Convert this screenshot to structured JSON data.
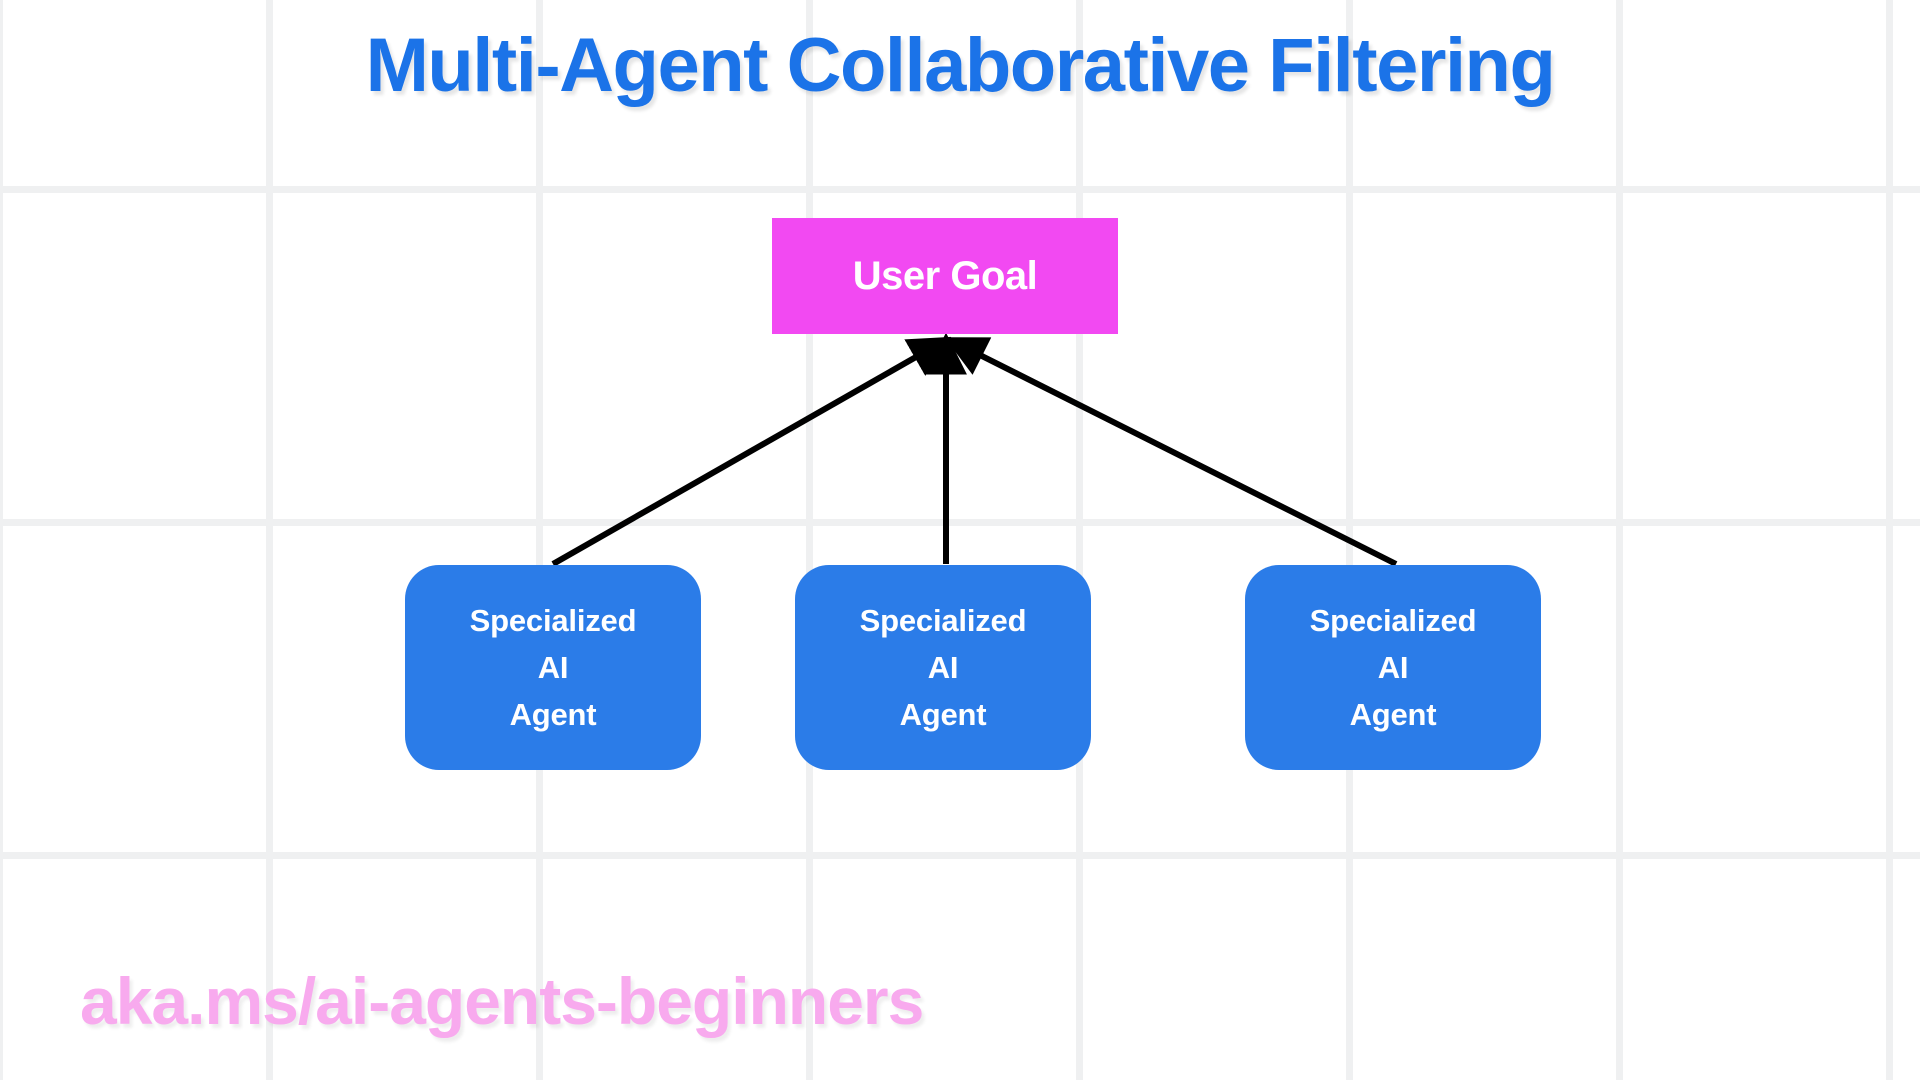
{
  "title": "Multi-Agent Collaborative Filtering",
  "footer": {
    "url": "aka.ms/ai-agents-beginners"
  },
  "colors": {
    "title_blue": "#1b73e8",
    "goal_magenta": "#f249f2",
    "agent_blue": "#2b7ce8",
    "url_pink": "#f8aaee",
    "grid_line": "#eff0f1",
    "edge_black": "#000000",
    "node_text": "#ffffff",
    "background": "#ffffff"
  },
  "diagram": {
    "nodes": {
      "goal": {
        "label": "User Goal",
        "shape": "rectangle"
      },
      "agents": [
        {
          "line1": "Specialized",
          "line2": "AI",
          "line3": "Agent",
          "shape": "rounded-rectangle"
        },
        {
          "line1": "Specialized",
          "line2": "AI",
          "line3": "Agent",
          "shape": "rounded-rectangle"
        },
        {
          "line1": "Specialized",
          "line2": "AI",
          "line3": "Agent",
          "shape": "rounded-rectangle"
        }
      ]
    },
    "edges": [
      {
        "from": "agent-1",
        "to": "goal",
        "arrow": "to-goal"
      },
      {
        "from": "agent-2",
        "to": "goal",
        "arrow": "to-goal"
      },
      {
        "from": "agent-3",
        "to": "goal",
        "arrow": "to-goal"
      }
    ]
  }
}
